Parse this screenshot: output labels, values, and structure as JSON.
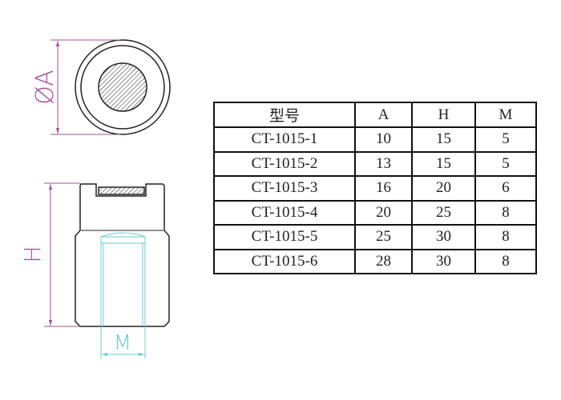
{
  "drawing": {
    "dim_a_label": "ØA",
    "dim_h_label": "H",
    "dim_m_label": "M",
    "colors": {
      "dimension": "#a4519a",
      "hole": "#6cc9cc",
      "outline": "#222222"
    }
  },
  "table": {
    "headers": [
      "型号",
      "A",
      "H",
      "M"
    ],
    "rows": [
      [
        "CT-1015-1",
        "10",
        "15",
        "5"
      ],
      [
        "CT-1015-2",
        "13",
        "15",
        "5"
      ],
      [
        "CT-1015-3",
        "16",
        "20",
        "6"
      ],
      [
        "CT-1015-4",
        "20",
        "25",
        "8"
      ],
      [
        "CT-1015-5",
        "25",
        "30",
        "8"
      ],
      [
        "CT-1015-6",
        "28",
        "30",
        "8"
      ]
    ]
  }
}
